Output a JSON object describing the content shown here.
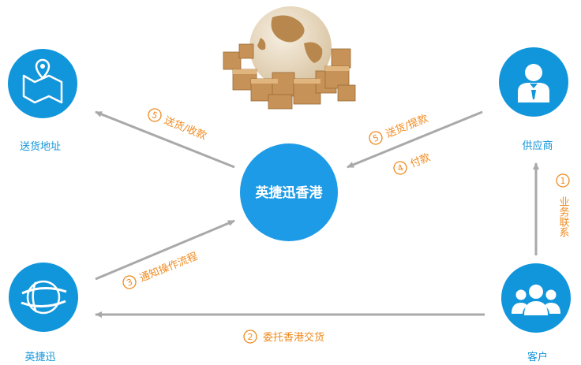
{
  "colors": {
    "node_blue": "#1296db",
    "center_blue": "#1e9be6",
    "arrow_gray": "#a9a9a9",
    "label_orange": "#f08a1e"
  },
  "center": {
    "label": "英捷迅香港"
  },
  "nodes": {
    "address": {
      "label": "送货地址",
      "icon": "map-pin-icon"
    },
    "supplier": {
      "label": "供应商",
      "icon": "businessman-icon"
    },
    "yingjiexun": {
      "label": "英捷迅",
      "icon": "globe-logo-icon"
    },
    "customer": {
      "label": "客户",
      "icon": "group-icon"
    }
  },
  "edges": {
    "notify": {
      "step": "3",
      "label": "通知操作流程"
    },
    "entrust": {
      "step": "2",
      "label": "委托香港交货"
    },
    "business": {
      "step": "1",
      "label": "业务联系"
    },
    "pay": {
      "step": "4",
      "label": "付款"
    },
    "deliver_pickup": {
      "step": "5",
      "label": "送货/提款"
    },
    "deliver_collect": {
      "step": "5",
      "label": "送货/收款"
    }
  },
  "decoration": {
    "image": "globe-with-boxes-illustration"
  }
}
